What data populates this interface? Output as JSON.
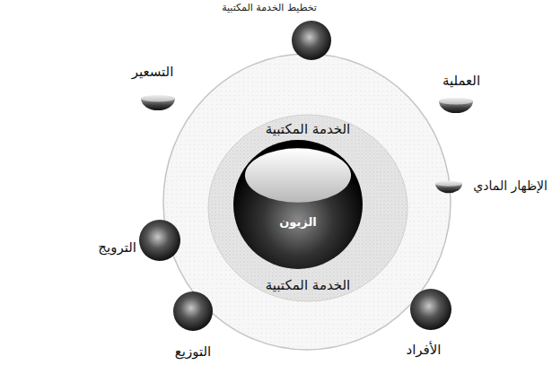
{
  "diagram": {
    "title": "تخطيط الخدمة المكتبية",
    "nodes": [
      {
        "text": [
          "الخدمة المكتبية",
          "الخدمة المكتبية"
        ]
      },
      {
        "text": [
          "الزبون"
        ],
        "in": 0
      },
      {
        "text": [
          "العملية"
        ]
      },
      {
        "text": [
          "التسعير"
        ]
      },
      {
        "text": [
          "الإظهار المادي"
        ]
      },
      {
        "text": [
          "الترويج"
        ]
      },
      {
        "text": [
          "الأفراد"
        ]
      },
      {
        "text": [
          "التوزيع"
        ]
      }
    ]
  }
}
